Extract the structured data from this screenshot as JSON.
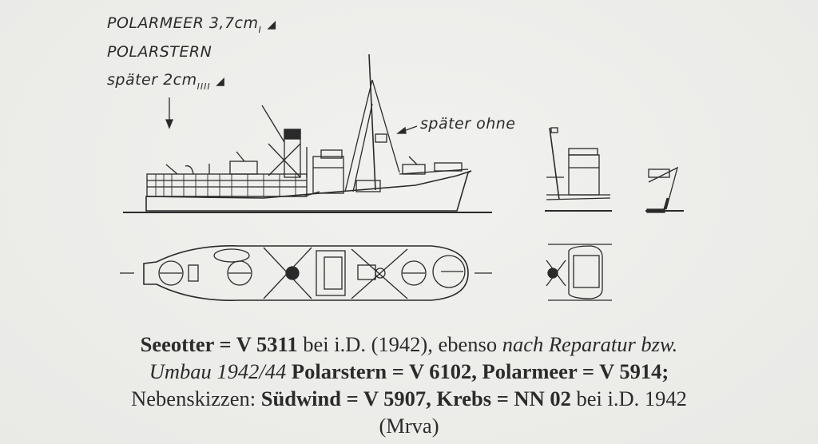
{
  "annotations": {
    "armament_line1": "POLARMEER 3,7cm",
    "armament_line1_sub": "I",
    "armament_line2": "POLARSTERN",
    "armament_line3": "später 2cm",
    "armament_line3_sub": "IIII",
    "later_without": "später ohne",
    "gun_symbol": "◢"
  },
  "drawings": {
    "main_profile": "Seeotter side profile",
    "main_plan": "Seeotter deck plan",
    "side_sketch_1_profile": "Südwind bridge profile",
    "side_sketch_1_plan": "Südwind bridge plan",
    "side_sketch_2_profile": "Krebs bow profile"
  },
  "caption": {
    "line1": {
      "ship1": "Seeotter = V 5311",
      "text1": " bei i.D. (1942), ebenso ",
      "italic1": "nach Reparatur bzw."
    },
    "line2": {
      "italic2": "Umbau 1942/44",
      "ship2": " Polarstern = V 6102, Polarmeer = V 5914;"
    },
    "line3": {
      "text3": "Nebenskizzen: ",
      "ship3": "Südwind = V 5907, Krebs = NN 02",
      "text4": " bei i.D. 1942"
    },
    "line4": {
      "text5": "(Mrva)"
    }
  }
}
